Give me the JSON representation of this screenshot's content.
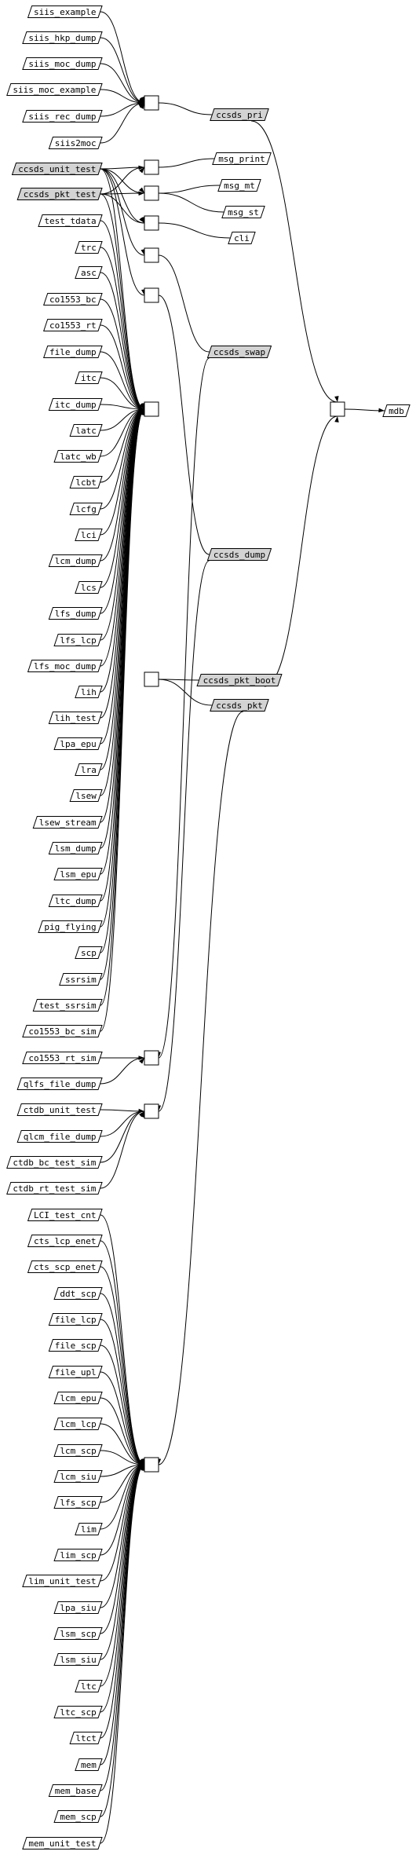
{
  "nodes": [
    {
      "id": "siis_example",
      "label": "siis_example",
      "group": "L"
    },
    {
      "id": "siis_hkp_dump",
      "label": "siis_hkp_dump",
      "group": "L"
    },
    {
      "id": "siis_moc_dump",
      "label": "siis_moc_dump",
      "group": "L"
    },
    {
      "id": "siis_moc_example",
      "label": "siis_moc_example",
      "group": "L"
    },
    {
      "id": "siis_rec_dump",
      "label": "siis_rec_dump",
      "group": "L"
    },
    {
      "id": "siis2moc",
      "label": "siis2moc",
      "group": "L"
    },
    {
      "id": "ccsds_unit_test",
      "label": "ccsds_unit_test",
      "group": "L",
      "shaded": true
    },
    {
      "id": "ccsds_pkt_test",
      "label": "ccsds_pkt_test",
      "group": "L",
      "shaded": true
    },
    {
      "id": "test_tdata",
      "label": "test_tdata",
      "group": "L"
    },
    {
      "id": "trc",
      "label": "trc",
      "group": "L"
    },
    {
      "id": "asc",
      "label": "asc",
      "group": "L"
    },
    {
      "id": "co1553_bc",
      "label": "co1553_bc",
      "group": "L"
    },
    {
      "id": "co1553_rt",
      "label": "co1553_rt",
      "group": "L"
    },
    {
      "id": "file_dump",
      "label": "file_dump",
      "group": "L"
    },
    {
      "id": "itc",
      "label": "itc",
      "group": "L"
    },
    {
      "id": "itc_dump",
      "label": "itc_dump",
      "group": "L"
    },
    {
      "id": "latc",
      "label": "latc",
      "group": "L"
    },
    {
      "id": "latc_wb",
      "label": "latc_wb",
      "group": "L"
    },
    {
      "id": "lcbt",
      "label": "lcbt",
      "group": "L"
    },
    {
      "id": "lcfg",
      "label": "lcfg",
      "group": "L"
    },
    {
      "id": "lci",
      "label": "lci",
      "group": "L"
    },
    {
      "id": "lcm_dump",
      "label": "lcm_dump",
      "group": "L"
    },
    {
      "id": "lcs",
      "label": "lcs",
      "group": "L"
    },
    {
      "id": "lfs_dump",
      "label": "lfs_dump",
      "group": "L"
    },
    {
      "id": "lfs_lcp",
      "label": "lfs_lcp",
      "group": "L"
    },
    {
      "id": "lfs_moc_dump",
      "label": "lfs_moc_dump",
      "group": "L"
    },
    {
      "id": "lih",
      "label": "lih",
      "group": "L"
    },
    {
      "id": "lih_test",
      "label": "lih_test",
      "group": "L"
    },
    {
      "id": "lpa_epu",
      "label": "lpa_epu",
      "group": "L"
    },
    {
      "id": "lra",
      "label": "lra",
      "group": "L"
    },
    {
      "id": "lsew",
      "label": "lsew",
      "group": "L"
    },
    {
      "id": "lsew_stream",
      "label": "lsew_stream",
      "group": "L"
    },
    {
      "id": "lsm_dump",
      "label": "lsm_dump",
      "group": "L"
    },
    {
      "id": "lsm_epu",
      "label": "lsm_epu",
      "group": "L"
    },
    {
      "id": "ltc_dump",
      "label": "ltc_dump",
      "group": "L"
    },
    {
      "id": "pig_flying",
      "label": "pig_flying",
      "group": "L"
    },
    {
      "id": "scp",
      "label": "scp",
      "group": "L"
    },
    {
      "id": "ssrsim",
      "label": "ssrsim",
      "group": "L"
    },
    {
      "id": "test_ssrsim",
      "label": "test_ssrsim",
      "group": "L"
    },
    {
      "id": "co1553_bc_sim",
      "label": "co1553_bc_sim",
      "group": "L"
    },
    {
      "id": "co1553_rt_sim",
      "label": "co1553_rt_sim",
      "group": "L"
    },
    {
      "id": "qlfs_file_dump",
      "label": "qlfs_file_dump",
      "group": "L"
    },
    {
      "id": "ctdb_unit_test",
      "label": "ctdb_unit_test",
      "group": "L"
    },
    {
      "id": "qlcm_file_dump",
      "label": "qlcm_file_dump",
      "group": "L"
    },
    {
      "id": "ctdb_bc_test_sim",
      "label": "ctdb_bc_test_sim",
      "group": "L"
    },
    {
      "id": "ctdb_rt_test_sim",
      "label": "ctdb_rt_test_sim",
      "group": "L"
    },
    {
      "id": "LCI_test_cnt",
      "label": "LCI_test_cnt",
      "group": "L"
    },
    {
      "id": "cts_lcp_enet",
      "label": "cts_lcp_enet",
      "group": "L"
    },
    {
      "id": "cts_scp_enet",
      "label": "cts_scp_enet",
      "group": "L"
    },
    {
      "id": "ddt_scp",
      "label": "ddt_scp",
      "group": "L"
    },
    {
      "id": "file_lcp",
      "label": "file_lcp",
      "group": "L"
    },
    {
      "id": "file_scp",
      "label": "file_scp",
      "group": "L"
    },
    {
      "id": "file_upl",
      "label": "file_upl",
      "group": "L"
    },
    {
      "id": "lcm_epu",
      "label": "lcm_epu",
      "group": "L"
    },
    {
      "id": "lcm_lcp",
      "label": "lcm_lcp",
      "group": "L"
    },
    {
      "id": "lcm_scp",
      "label": "lcm_scp",
      "group": "L"
    },
    {
      "id": "lcm_siu",
      "label": "lcm_siu",
      "group": "L"
    },
    {
      "id": "lfs_scp",
      "label": "lfs_scp",
      "group": "L"
    },
    {
      "id": "lim",
      "label": "lim",
      "group": "L"
    },
    {
      "id": "lim_scp",
      "label": "lim_scp",
      "group": "L"
    },
    {
      "id": "lim_unit_test",
      "label": "lim_unit_test",
      "group": "L"
    },
    {
      "id": "lpa_siu",
      "label": "lpa_siu",
      "group": "L"
    },
    {
      "id": "lsm_scp",
      "label": "lsm_scp",
      "group": "L"
    },
    {
      "id": "lsm_siu",
      "label": "lsm_siu",
      "group": "L"
    },
    {
      "id": "ltc",
      "label": "ltc",
      "group": "L"
    },
    {
      "id": "ltc_scp",
      "label": "ltc_scp",
      "group": "L"
    },
    {
      "id": "ltct",
      "label": "ltct",
      "group": "L"
    },
    {
      "id": "mem",
      "label": "mem",
      "group": "L"
    },
    {
      "id": "mem_base",
      "label": "mem_base",
      "group": "L"
    },
    {
      "id": "mem_scp",
      "label": "mem_scp",
      "group": "L"
    },
    {
      "id": "mem_unit_test",
      "label": "mem_unit_test",
      "group": "L"
    },
    {
      "id": "ccsds_pri",
      "label": "ccsds_pri",
      "group": "R",
      "shaded": true
    },
    {
      "id": "msg_print",
      "label": "msg_print",
      "group": "R"
    },
    {
      "id": "msg_mt",
      "label": "msg_mt",
      "group": "R"
    },
    {
      "id": "msg_st",
      "label": "msg_st",
      "group": "R"
    },
    {
      "id": "cli",
      "label": "cli",
      "group": "R"
    },
    {
      "id": "ccsds_swap",
      "label": "ccsds_swap",
      "group": "R",
      "shaded": true
    },
    {
      "id": "ccsds_dump",
      "label": "ccsds_dump",
      "group": "R",
      "shaded": true
    },
    {
      "id": "ccsds_pkt_boot",
      "label": "ccsds_pkt_boot",
      "group": "R",
      "shaded": true
    },
    {
      "id": "ccsds_pkt",
      "label": "ccsds_pkt",
      "group": "R",
      "shaded": true
    },
    {
      "id": "mdb",
      "label": "mdb",
      "group": "R"
    }
  ],
  "colors": {
    "shaded": "#d3d3d3",
    "plain": "#ffffff",
    "stroke": "#000000"
  }
}
